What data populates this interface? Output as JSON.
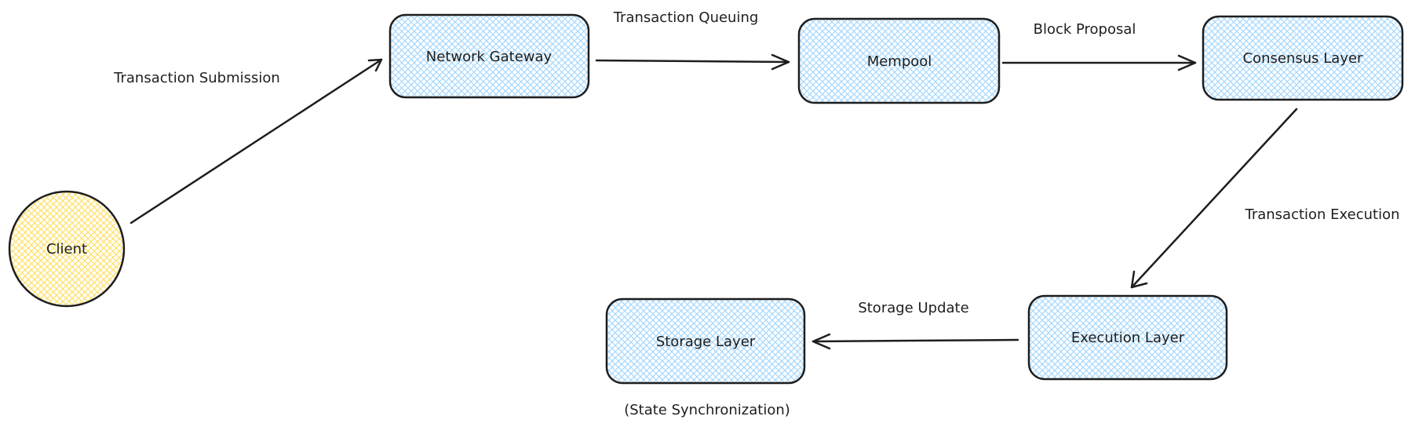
{
  "colors": {
    "stroke": "#1e1e1e",
    "box_fill": "#a5d8ff",
    "circle_fill": "#ffec99",
    "background": "#ffffff"
  },
  "nodes": {
    "client": "Client",
    "network_gateway": "Network Gateway",
    "mempool": "Mempool",
    "consensus_layer": "Consensus Layer",
    "execution_layer": "Execution Layer",
    "storage_layer": "Storage Layer"
  },
  "edges": {
    "transaction_submission": "Transaction Submission",
    "transaction_queuing": "Transaction Queuing",
    "block_proposal": "Block Proposal",
    "transaction_execution": "Transaction Execution",
    "storage_update": "Storage Update"
  },
  "notes": {
    "state_synchronization": "(State Synchronization)"
  }
}
